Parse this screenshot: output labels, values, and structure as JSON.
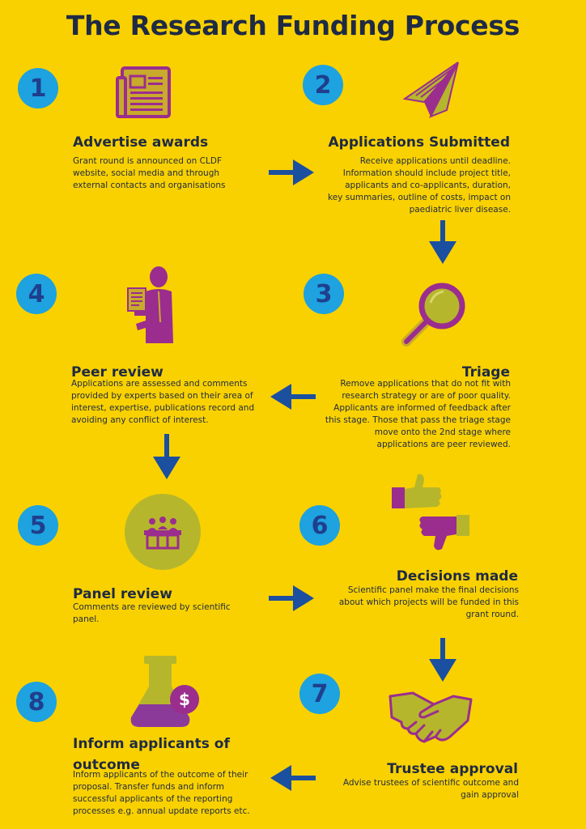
{
  "title": "The Research Funding Process",
  "colors": {
    "background": "#f9d100",
    "badge": "#1ea2e0",
    "badge_text": "#1f3f8c",
    "arrow": "#1b4fa0",
    "text": "#1f2a44",
    "icon_purple": "#9b2d8e",
    "icon_green": "#b6b62c"
  },
  "steps": [
    {
      "number": "1",
      "heading": "Advertise awards",
      "icon": "newspaper-icon",
      "description": "Grant round is announced on CLDF website, social media and through external contacts and organisations"
    },
    {
      "number": "2",
      "heading": "Applications Submitted",
      "icon": "paper-plane-icon",
      "description": "Receive applications until deadline. Information should include project title, applicants and co-applicants, duration, key summaries, outline of costs, impact on paediatric liver disease."
    },
    {
      "number": "3",
      "heading": "Triage",
      "icon": "magnifying-glass-icon",
      "description": "Remove applications that do not fit with research strategy or are of poor quality. Applicants are informed of feedback after this stage. Those that pass the triage stage move onto the 2nd stage where applications are peer reviewed."
    },
    {
      "number": "4",
      "heading": "Peer review",
      "icon": "reviewer-person-icon",
      "description": "Applications are assessed and comments provided by experts based on their area of interest, expertise, publications record and avoiding any conflict of interest."
    },
    {
      "number": "5",
      "heading": "Panel review",
      "icon": "panel-table-icon",
      "description": "Comments are reviewed by scientific panel."
    },
    {
      "number": "6",
      "heading": "Decisions made",
      "icon": "thumbs-up-down-icon",
      "description": "Scientific panel make the final decisions about which projects will be funded in this grant round."
    },
    {
      "number": "7",
      "heading": "Trustee approval",
      "icon": "handshake-icon",
      "description": "Advise trustees of scientific outcome and gain approval"
    },
    {
      "number": "8",
      "heading": "Inform applicants of outcome",
      "icon": "flask-dollar-icon",
      "description": "Inform applicants of the outcome of their proposal. Transfer funds and inform successful applicants of the reporting processes e.g. annual update reports etc."
    }
  ]
}
